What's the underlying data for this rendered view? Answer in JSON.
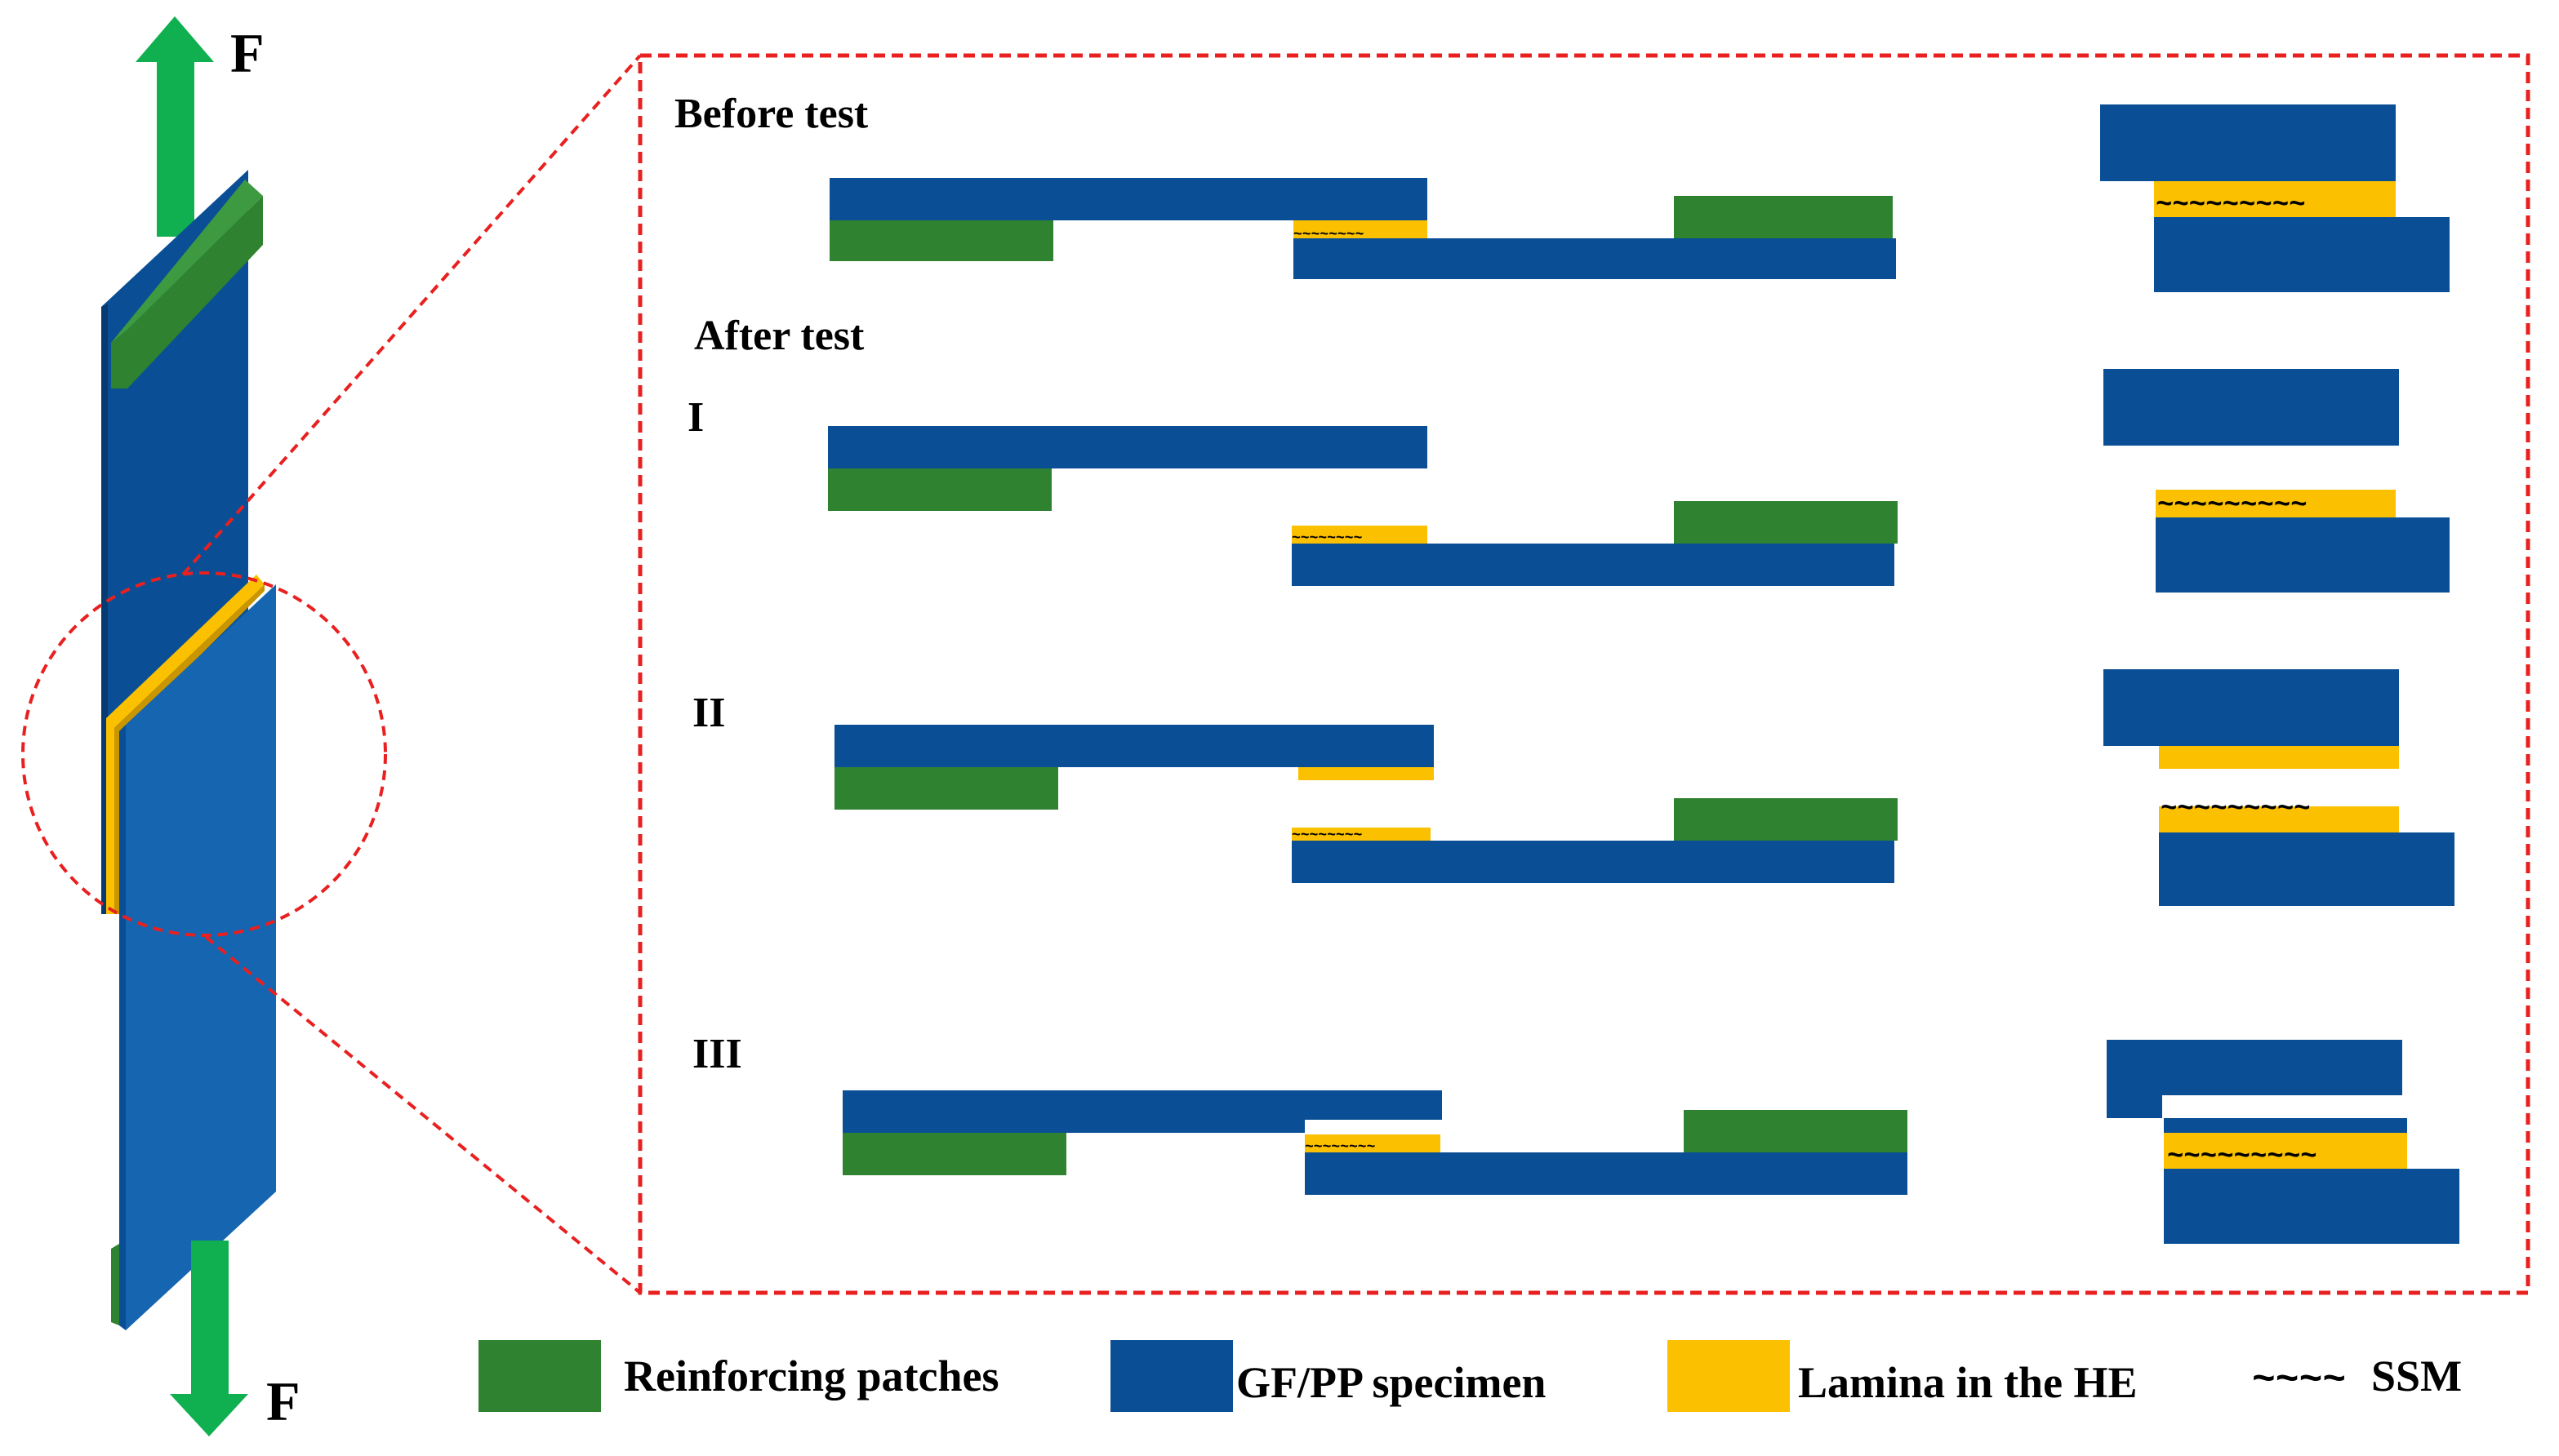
{
  "force_label": "F",
  "labels": {
    "before_test": "Before test",
    "after_test": "After test",
    "case_1": "I",
    "case_2": "II",
    "case_3": "III"
  },
  "ssm_wave_long": "~~~~~~~~~",
  "ssm_wave_short": "~~~~~~~~",
  "legend": {
    "patches": "Reinforcing patches",
    "specimen": "GF/PP specimen",
    "lamina": "Lamina in the HE",
    "ssm_symbol": "~~~~",
    "ssm": "SSM"
  },
  "colors": {
    "specimen": "#0A4F95",
    "patch": "#2E8230",
    "lamina": "#FBC000",
    "arrow": "#10B050",
    "highlight": "#E82020"
  }
}
